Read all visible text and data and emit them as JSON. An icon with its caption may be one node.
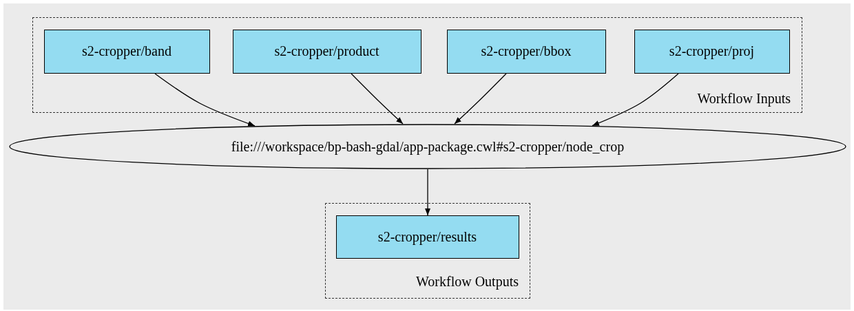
{
  "diagram": {
    "nodes": [
      {
        "text": [
          "Workflow Inputs"
        ]
      },
      {
        "text": [
          "s2-cropper/band"
        ],
        "in": 0
      },
      {
        "text": [
          "s2-cropper/product"
        ],
        "in": 0
      },
      {
        "text": [
          "s2-cropper/bbox"
        ],
        "in": 0
      },
      {
        "text": [
          "s2-cropper/proj"
        ],
        "in": 0
      },
      {
        "text": [
          "file:///workspace/bp-bash-gdal/app-package.cwl#s2-cropper/node_crop"
        ]
      },
      {
        "text": [
          "Workflow Outputs"
        ]
      },
      {
        "text": [
          "s2-cropper/results"
        ],
        "in": 6
      }
    ],
    "edges": [
      {
        "from": 1,
        "to": 5,
        "arrow": "to"
      },
      {
        "from": 2,
        "to": 5,
        "arrow": "to"
      },
      {
        "from": 3,
        "to": 5,
        "arrow": "to"
      },
      {
        "from": 4,
        "to": 5,
        "arrow": "to"
      },
      {
        "from": 5,
        "to": 7,
        "arrow": "to"
      }
    ]
  }
}
